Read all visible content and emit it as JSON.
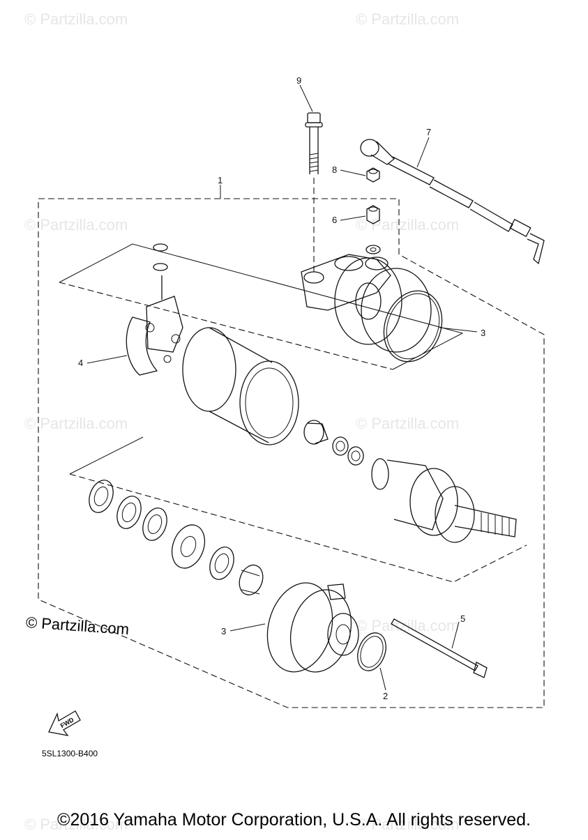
{
  "diagram": {
    "callouts": [
      {
        "id": "callout-1",
        "label": "1"
      },
      {
        "id": "callout-2",
        "label": "2"
      },
      {
        "id": "callout-3a",
        "label": "3"
      },
      {
        "id": "callout-3b",
        "label": "3"
      },
      {
        "id": "callout-4",
        "label": "4"
      },
      {
        "id": "callout-5",
        "label": "5"
      },
      {
        "id": "callout-6",
        "label": "6"
      },
      {
        "id": "callout-7",
        "label": "7"
      },
      {
        "id": "callout-8",
        "label": "8"
      },
      {
        "id": "callout-9",
        "label": "9"
      }
    ],
    "fwd_label": "FWD",
    "diagram_code": "5SL1300-B400"
  },
  "watermark": {
    "text": "© Partzilla.com",
    "copyright_mid": "© Partzilla.com"
  },
  "footer": {
    "copyright": "©2016 Yamaha Motor Corporation, U.S.A. All rights reserved."
  }
}
